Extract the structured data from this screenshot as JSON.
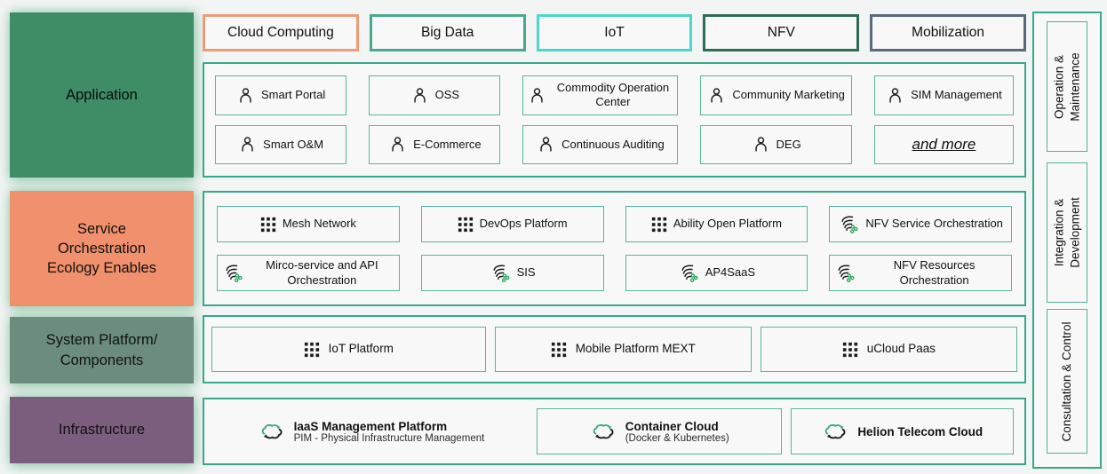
{
  "left_column": {
    "items": [
      {
        "label": "Application",
        "color": "#3E8D67"
      },
      {
        "label": "Service\nOrchestration\nEcology Enables",
        "color": "#F0906C"
      },
      {
        "label": "System Platform/\nComponents",
        "color": "#6C8C7D"
      },
      {
        "label": "Infrastructure",
        "color": "#7B5E7D"
      }
    ]
  },
  "top_row": {
    "items": [
      {
        "label": "Cloud Computing",
        "border_color": "#F09B77"
      },
      {
        "label": "Big Data",
        "border_color": "#4BA88F"
      },
      {
        "label": "IoT",
        "border_color": "#4CD7CE"
      },
      {
        "label": "NFV",
        "border_color": "#2D6C55"
      },
      {
        "label": "Mobilization",
        "border_color": "#5A6A7B"
      }
    ]
  },
  "application_row": {
    "items": [
      {
        "label": "Smart Portal"
      },
      {
        "label": "OSS"
      },
      {
        "label": "Commodity Operation Center"
      },
      {
        "label": "Community Marketing"
      },
      {
        "label": "SIM Management"
      },
      {
        "label": "Smart O&M"
      },
      {
        "label": "E-Commerce"
      },
      {
        "label": "Continuous Auditing"
      },
      {
        "label": "DEG"
      },
      {
        "label": "and more"
      }
    ]
  },
  "service_row": {
    "items": [
      {
        "label": "Mesh Network",
        "icon": "grid"
      },
      {
        "label": "DevOps Platform",
        "icon": "grid"
      },
      {
        "label": "Ability Open Platform",
        "icon": "grid"
      },
      {
        "label": "NFV Service Orchestration",
        "icon": "orchestration"
      },
      {
        "label": "Mirco-service and API Orchestration",
        "icon": "orchestration"
      },
      {
        "label": "SIS",
        "icon": "orchestration"
      },
      {
        "label": "AP4SaaS",
        "icon": "orchestration"
      },
      {
        "label": "NFV Resources Orchestration",
        "icon": "orchestration"
      }
    ]
  },
  "system_row": {
    "items": [
      {
        "label": "IoT Platform"
      },
      {
        "label": "Mobile Platform MEXT"
      },
      {
        "label": "uCloud Paas"
      }
    ]
  },
  "infrastructure_row": {
    "items": [
      {
        "label": "IaaS Management Platform",
        "subtitle": "PIM - Physical Infrastructure Management"
      },
      {
        "label": "Container Cloud",
        "subtitle": "(Docker & Kubernetes)"
      },
      {
        "label": "Helion Telecom Cloud",
        "subtitle": ""
      }
    ]
  },
  "right_sidebar": {
    "items": [
      {
        "label": "Operation &\nMaintenance"
      },
      {
        "label": "Integration &\nDevelopment"
      },
      {
        "label": "Consultation & Control"
      }
    ]
  },
  "colors": {
    "container_border": "#36A98B",
    "item_border": "#56B79B",
    "background": "#f3f5f4",
    "panel_background": "#f7f8f7",
    "orchestration_dot_green": "#2FA866",
    "cloud_arrow_green": "#3FAE7E"
  }
}
